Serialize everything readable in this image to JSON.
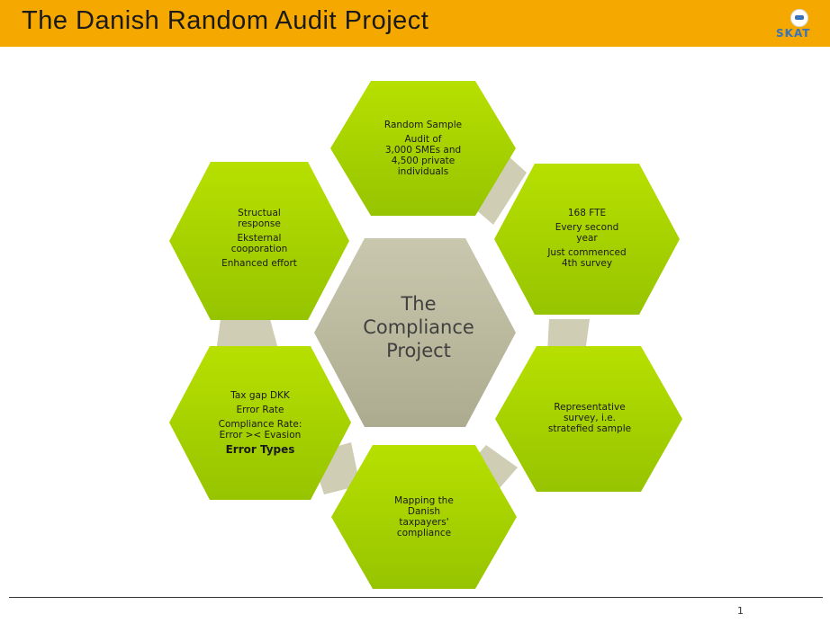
{
  "title": "The Danish  Random Audit  Project",
  "logo": {
    "text": "SKAT"
  },
  "center": {
    "text": "The\nCompliance\nProject"
  },
  "hexagons": [
    {
      "id": "top",
      "lines": [
        "Random  Sample",
        "Audit  of\n3,000  SMEs and\n4,500  private\nindividuals"
      ]
    },
    {
      "id": "upper-right",
      "lines": [
        "168  FTE",
        "Every  second\nyear",
        "Just commenced\n4th survey"
      ]
    },
    {
      "id": "lower-right",
      "lines": [
        "Representative\nsurvey,  i.e.\nstratefied  sample"
      ]
    },
    {
      "id": "bottom",
      "lines": [
        "Mapping  the\nDanish\ntaxpayers'\ncompliance"
      ]
    },
    {
      "id": "lower-left",
      "lines": [
        "Tax gap DKK",
        "Error Rate",
        "Compliance  Rate:\nError  >< Evasion"
      ],
      "bold_line": "Error Types"
    },
    {
      "id": "upper-left",
      "lines": [
        "Structual\nresponse",
        "Eksternal\ncooporation",
        "Enhanced  effort"
      ]
    }
  ],
  "colors": {
    "title_bar": "#f5a800",
    "hex_fill": "#a6d400",
    "center_fill": "#bdbba0",
    "connector": "#cfcdb4"
  },
  "page_number": "1"
}
